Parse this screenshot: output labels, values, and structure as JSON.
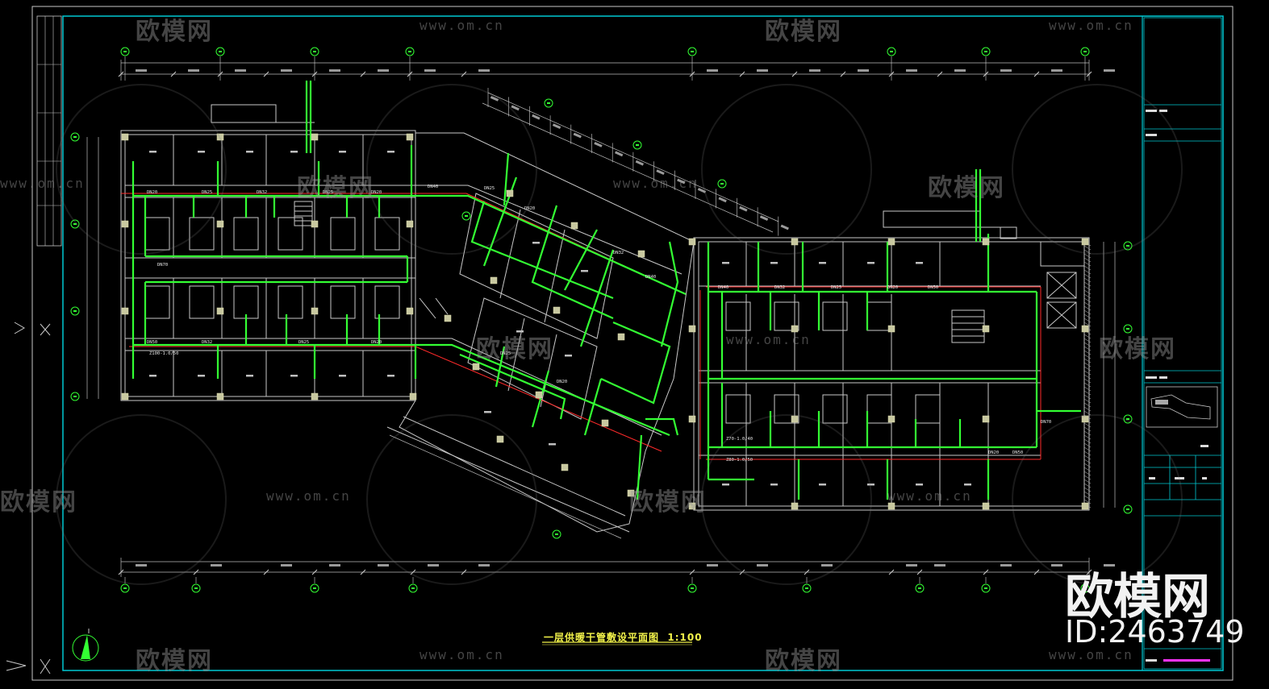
{
  "drawing": {
    "title": "一层供暖干管敷设平面图  1:100"
  },
  "watermarks": {
    "brand": "欧模网",
    "url": "www.om.cn",
    "id_label": "ID:2463749"
  },
  "pipe_labels": [
    "DN20",
    "DN25",
    "DN32",
    "DN40",
    "DN50",
    "DN70",
    "Z70-1.0/40",
    "Z80-1.0/50",
    "Z100-1.0/50"
  ],
  "colors": {
    "background": "#000000",
    "frame": "#00c8d2",
    "wall": "#c8c8c8",
    "pipe_supply": "#33ff33",
    "pipe_return": "#ff2a2a",
    "axis_bubble": "#33ff33",
    "dimension": "#d0d0d0",
    "title_text": "#f3f34a",
    "column": "#c8c8a0"
  }
}
